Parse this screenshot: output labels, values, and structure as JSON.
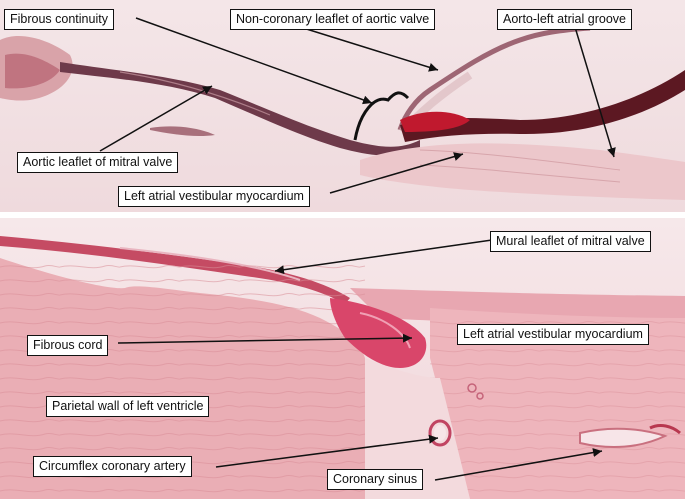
{
  "figure": {
    "top_panel": {
      "labels": {
        "fibrous_continuity": "Fibrous continuity",
        "non_coronary_leaflet": "Non-coronary leaflet of aortic valve",
        "aorto_left_atrial_groove": "Aorto-left atrial groove",
        "aortic_leaflet_mitral": "Aortic leaflet of mitral valve",
        "left_atrial_vestibular": "Left atrial vestibular myocardium"
      }
    },
    "bottom_panel": {
      "labels": {
        "mural_leaflet": "Mural leaflet of mitral valve",
        "fibrous_cord": "Fibrous cord",
        "left_atrial_vestibular": "Left atrial vestibular myocardium",
        "parietal_wall": "Parietal wall of left ventricle",
        "circumflex_artery": "Circumflex coronary artery",
        "coronary_sinus": "Coronary sinus"
      }
    },
    "colors": {
      "background_top": "#f3e4e6",
      "background_bottom": "#f4dfe2",
      "tissue_dark": "#5a2a38",
      "tissue_red": "#b0182c",
      "myocardium": "#e6a6ad",
      "label_border": "#111111"
    }
  }
}
